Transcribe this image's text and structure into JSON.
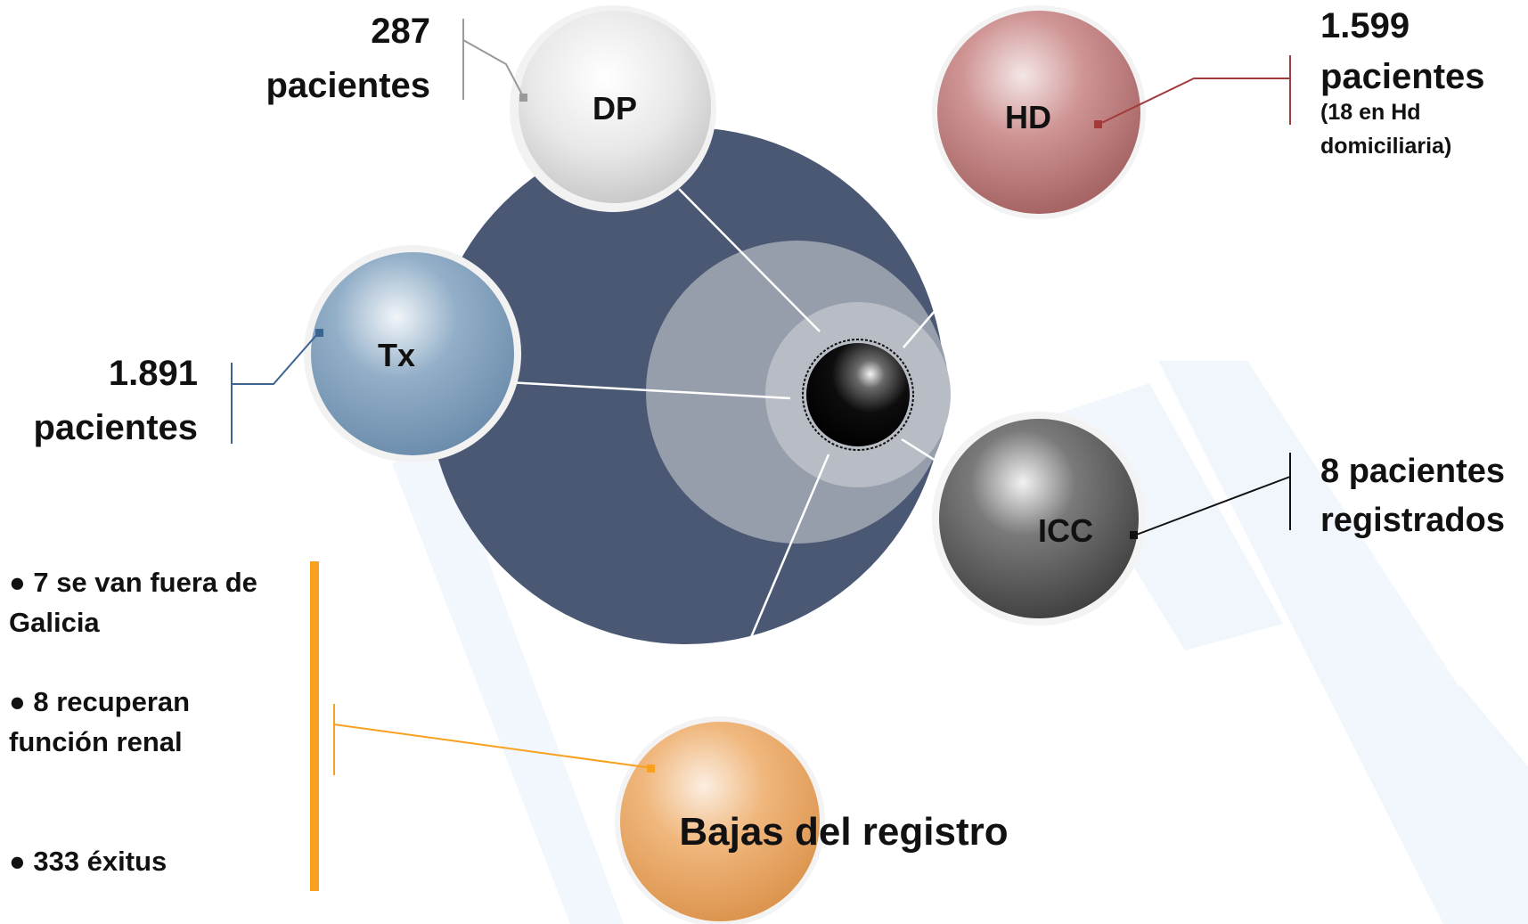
{
  "nodes": {
    "dp": {
      "label": "DP",
      "count": "287",
      "unit": "pacientes",
      "color": "#e6e6e6"
    },
    "hd": {
      "label": "HD",
      "count": "1.599",
      "unit": "pacientes",
      "note_line1": "(18 en Hd",
      "note_line2": "domiciliaria)",
      "color": "#c98a8a"
    },
    "tx": {
      "label": "Tx",
      "count": "1.891",
      "unit": "pacientes",
      "color": "#8ba8c3"
    },
    "icc": {
      "label": "ICC",
      "line1": "8 pacientes",
      "line2": "registrados",
      "color": "#6d6d6d"
    },
    "bajas": {
      "label": "Bajas del registro",
      "color": "#f0b77d"
    }
  },
  "bajas_list": {
    "item1_line1": "● 7 se van fuera de",
    "item1_line2": "Galicia",
    "item2_line1": "● 8 recuperan",
    "item2_line2": "función renal",
    "item3": "● 333 éxitus"
  },
  "colors": {
    "outer_circle": "#4a5874",
    "middle_circle": "#969dab",
    "inner_circle": "#b8bcc4",
    "accent_orange": "#f7a11f",
    "hd_line": "#a23b3b",
    "tx_line": "#3b6491"
  }
}
